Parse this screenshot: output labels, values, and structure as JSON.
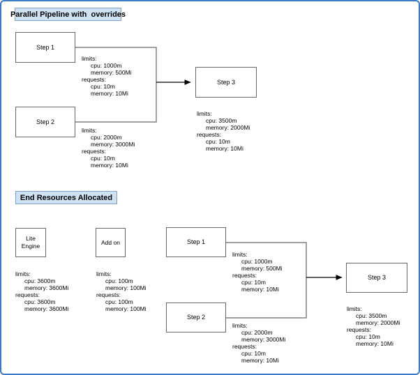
{
  "page": {
    "border_color": "#3c79c9",
    "line_color": "#808080",
    "arrow_color": "#000000",
    "title_fill": "#cfe2f3"
  },
  "top": {
    "title": "Parallel Pipeline with  overrides",
    "step1_label": "Step 1",
    "step2_label": "Step 2",
    "step3_label": "Step 3",
    "step1_resources": [
      "limits:",
      "cpu: 1000m",
      "memory: 500Mi",
      "requests:",
      "cpu: 10m",
      "memory: 10Mi"
    ],
    "step2_resources": [
      "limits:",
      "cpu: 2000m",
      "memory: 3000Mi",
      "requests:",
      "cpu: 10m",
      "memory: 10Mi"
    ],
    "step3_resources": [
      "limits:",
      "cpu: 3500m",
      "memory: 2000Mi",
      "requests:",
      "cpu: 10m",
      "memory: 10Mi"
    ]
  },
  "bottom": {
    "title": "End Resources Allocated",
    "lite_engine_line1": "Lite",
    "lite_engine_line2": "Engine",
    "addon_label": "Add on",
    "step1_label": "Step 1",
    "step2_label": "Step 2",
    "step3_label": "Step 3",
    "lite_engine_resources": [
      "limits:",
      "cpu: 3600m",
      "memory: 3600Mi",
      "requests:",
      "cpu: 3600m",
      "memory: 3600Mi"
    ],
    "addon_resources": [
      "limits:",
      "cpu: 100m",
      "memory: 100Mi",
      "requests:",
      "cpu: 100m",
      "memory: 100Mi"
    ],
    "step1_resources": [
      "limits:",
      "cpu: 1000m",
      "memory: 500Mi",
      "requests:",
      "cpu: 10m",
      "memory: 10Mi"
    ],
    "step2_resources": [
      "limits:",
      "cpu: 2000m",
      "memory: 3000Mi",
      "requests:",
      "cpu: 10m",
      "memory: 10Mi"
    ],
    "step3_resources": [
      "limits:",
      "cpu: 3500m",
      "memory: 2000Mi",
      "requests:",
      "cpu: 10m",
      "memory: 10Mi"
    ]
  }
}
